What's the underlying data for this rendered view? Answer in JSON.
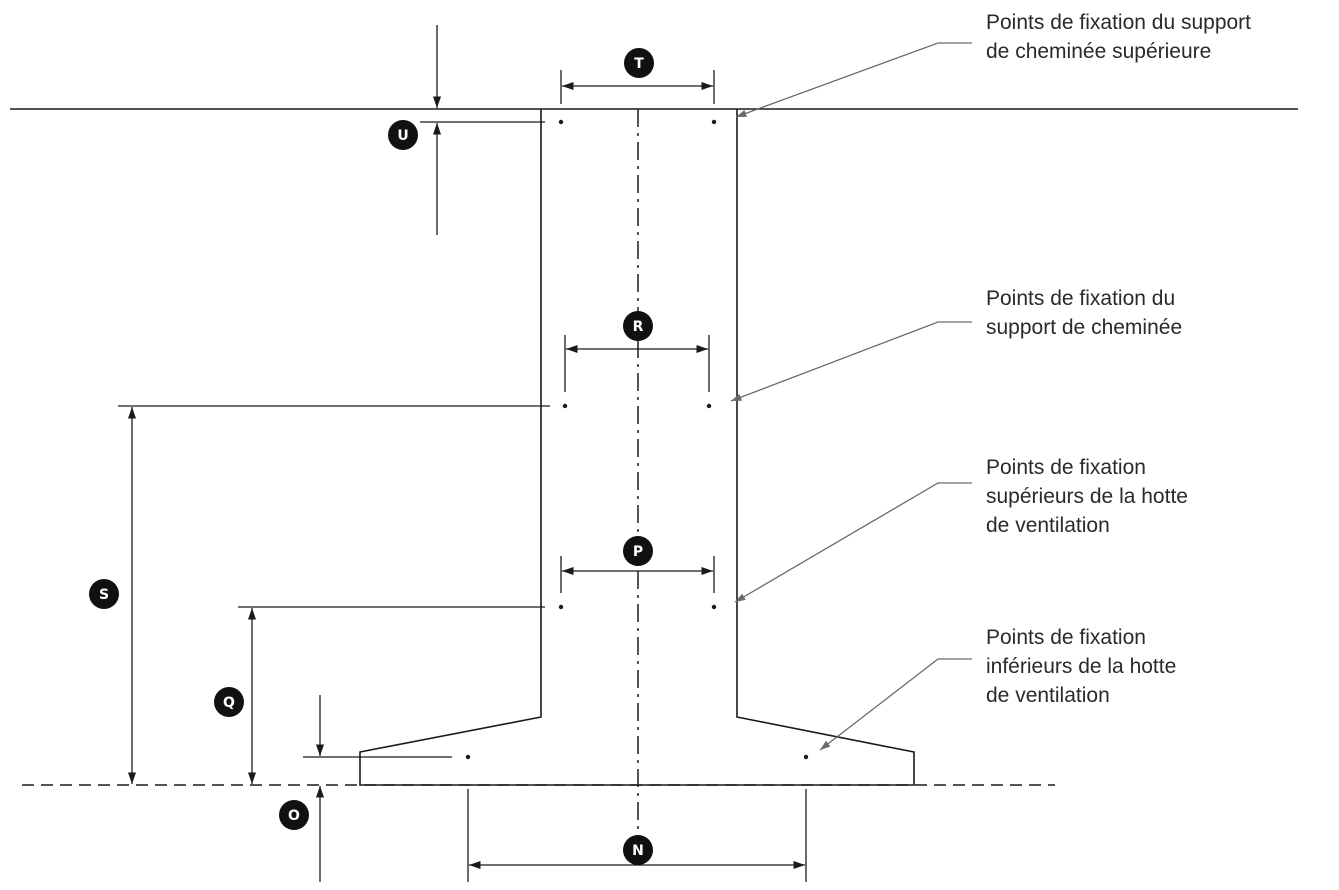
{
  "badges": {
    "T": "T",
    "U": "U",
    "R": "R",
    "S": "S",
    "P": "P",
    "Q": "Q",
    "O": "O",
    "N": "N"
  },
  "labels": {
    "upper_chimney": [
      "Points de fixation du support",
      "de cheminée supérieure"
    ],
    "chimney": [
      "Points de fixation du",
      "support de cheminée"
    ],
    "hood_upper": [
      "Points de fixation",
      "supérieurs de la hotte",
      "de ventilation"
    ],
    "hood_lower": [
      "Points de fixation",
      "inférieurs de la hotte",
      "de ventilation"
    ]
  },
  "colors": {
    "line": "#1a1a1a",
    "badge": "#111111",
    "text": "#2a2a2a"
  }
}
